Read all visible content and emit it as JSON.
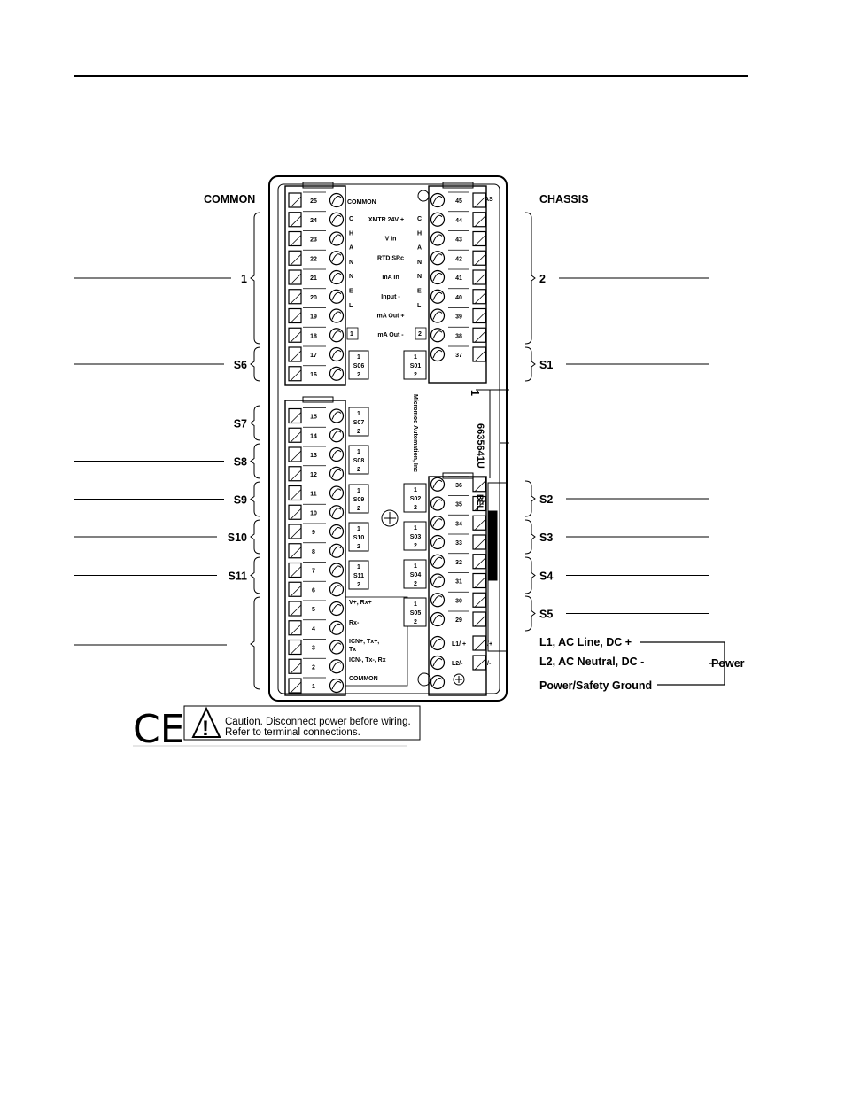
{
  "top_labels": {
    "left": "COMMON",
    "right": "CHASSIS"
  },
  "left_labels": [
    {
      "text": "1",
      "group": "18-25"
    },
    {
      "text": "S6",
      "group": "16-17"
    },
    {
      "text": "S7",
      "group": "14-15"
    },
    {
      "text": "S8",
      "group": "12-13"
    },
    {
      "text": "S9",
      "group": "10-11"
    },
    {
      "text": "S10",
      "group": "8-9"
    },
    {
      "text": "S11",
      "group": "6-7"
    }
  ],
  "right_labels": [
    {
      "text": "2",
      "group": "39-45"
    },
    {
      "text": "S1",
      "group": "37-38"
    },
    {
      "text": "S2",
      "group": "35-36"
    },
    {
      "text": "S3",
      "group": "33-34"
    },
    {
      "text": "S4",
      "group": "31-32"
    },
    {
      "text": "S5",
      "group": "29-30"
    }
  ],
  "power_labels": {
    "l1": "L1, AC Line, DC +",
    "l2": "L2, AC Neutral, DC -",
    "ground": "Power/Safety Ground",
    "group": "Power"
  },
  "terminals_left": [
    "25",
    "24",
    "23",
    "22",
    "21",
    "20",
    "19",
    "18",
    "17",
    "16",
    "15",
    "14",
    "13",
    "12",
    "11",
    "10",
    "9",
    "8",
    "7",
    "6",
    "5",
    "4",
    "3",
    "2",
    "1"
  ],
  "terminals_right": [
    "45",
    "44",
    "43",
    "42",
    "41",
    "40",
    "39",
    "38",
    "37",
    "36",
    "35",
    "34",
    "33",
    "32",
    "31",
    "30",
    "29"
  ],
  "channel_word_letters": [
    "C",
    "H",
    "A",
    "N",
    "N",
    "E",
    "L"
  ],
  "channel1_number": "1",
  "channel2_number": "2",
  "channel_signals": [
    "XMTR 24V +",
    "V In",
    "RTD SRc",
    "mA  In",
    "Input -",
    "mA Out +",
    "mA Out -"
  ],
  "common_top": "COMMON",
  "common_bottom": "COMMON",
  "comm_labels": [
    "V+, Rx+",
    "Rx-",
    "ICN+, Tx+,",
    "Tx",
    "ICN-, Tx-, Rx"
  ],
  "switch_boxes_left": [
    "S06",
    "S07",
    "S08",
    "S09",
    "S10",
    "S11"
  ],
  "switch_boxes_right": [
    "S01",
    "S02",
    "S03",
    "S04",
    "S05"
  ],
  "switch_pin_one": "1",
  "switch_pin_two": "2",
  "power_terminal_labels": [
    "L1/ +",
    "L2/-"
  ],
  "power_side_marks": [
    "/+",
    "/-"
  ],
  "board_vertical_text": "Micromod Automation, Inc",
  "board_part_text": "6635641U",
  "board_side_text": "BEL",
  "board_edge_number": "1",
  "board_edge_as": "AS",
  "caution_line1": "Caution. Disconnect power before wiring.",
  "caution_line2": "Refer to terminal connections.",
  "ce_mark": "CE",
  "caution_symbol": "!"
}
